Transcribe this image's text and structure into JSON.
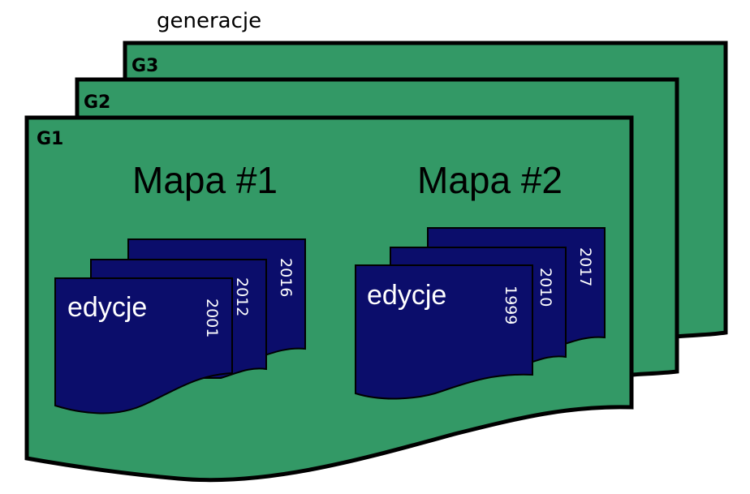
{
  "title": "generacje",
  "generations": [
    {
      "label": "G3"
    },
    {
      "label": "G2"
    },
    {
      "label": "G1"
    }
  ],
  "maps": [
    {
      "title": "Mapa #1",
      "editions_label": "edycje",
      "years": [
        "2001",
        "2012",
        "2016"
      ]
    },
    {
      "title": "Mapa #2",
      "editions_label": "edycje",
      "years": [
        "1999",
        "2010",
        "2017"
      ]
    }
  ],
  "colors": {
    "generation_fill": "#339966",
    "edition_fill": "#0b0d6b",
    "outline": "#000000"
  }
}
